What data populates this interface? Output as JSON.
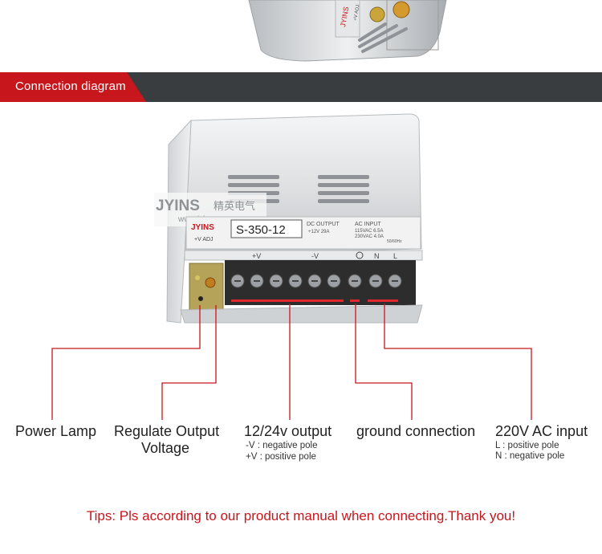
{
  "section": {
    "title": "Connection diagram",
    "accent_color": "#c8161d",
    "bar_color": "#3a3d40"
  },
  "product": {
    "brand": "JYINS",
    "brand_cn": "精英电气",
    "website": "www.jyins.com",
    "model": "S-350-12",
    "panel_brand": "JYINS",
    "adj_label": "+V ADJ",
    "dc_output_title": "DC OUTPUT",
    "dc_output_spec": "+12V   29A",
    "ac_input_title": "AC INPUT",
    "ac_input_line1": "115VAC   6.5A",
    "ac_input_line2": "230VAC   4.0A",
    "ac_input_line3": "50/60Hz",
    "terminal_pos": "+V",
    "terminal_neg": "-V",
    "terminal_n": "N",
    "terminal_l": "L",
    "top_fragment_brand": "JYINS",
    "top_fragment_adj": "+V ADJ"
  },
  "labels": {
    "power_lamp": "Power Lamp",
    "regulate_line1": "Regulate Output",
    "regulate_line2": "Voltage",
    "output": "12/24v output",
    "output_neg": "-V : negative pole",
    "output_pos": "+V : positive pole",
    "ground": "ground connection",
    "ac_input": "220V AC input",
    "ac_l": "L : positive pole",
    "ac_n": "N : negative pole"
  },
  "tips": "Tips: Pls according to our product manual when connecting.Thank you!",
  "line_color": "#c8161d"
}
